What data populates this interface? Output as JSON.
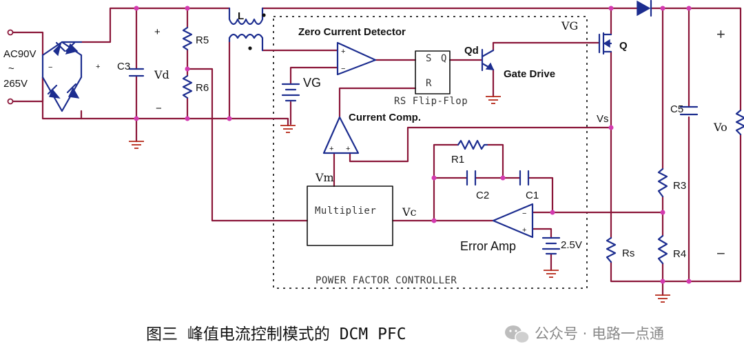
{
  "labels": {
    "inductor": "L",
    "r5": "R5",
    "r6": "R6",
    "c3": "C3",
    "vd": "Vd",
    "ac_top": "AC90V",
    "ac_tilde": "~",
    "ac_bottom": "265V",
    "zcd": "Zero Current Detector",
    "vg_node": "VG",
    "vg_battery": "VG",
    "q": "Q",
    "qd": "Qd",
    "gate_drive": "Gate Drive",
    "ff_s": "S",
    "ff_q": "Q",
    "ff_r": "R",
    "rs_flipflop": "RS Flip-Flop",
    "current_comp": "Current Comp.",
    "vs": "Vs",
    "c5": "C5",
    "vo": "Vo",
    "r1": "R1",
    "c2": "C2",
    "c1": "C1",
    "r3": "R3",
    "r4": "R4",
    "rs": "Rs",
    "vm": "Vm",
    "multiplier": "Multiplier",
    "vc": "Vc",
    "error_amp": "Error Amp",
    "ref": "2.5V",
    "pfc": "POWER FACTOR CONTROLLER",
    "plus": "+",
    "minus": "−"
  },
  "caption": "图三   峰值电流控制模式的 DCM PFC",
  "watermark": "公众号 · 电路一点通",
  "colors": {
    "wire": "#8a1538",
    "component": "#1c2d8f",
    "node_dot": "#d43ab0",
    "ground": "#b52616"
  }
}
